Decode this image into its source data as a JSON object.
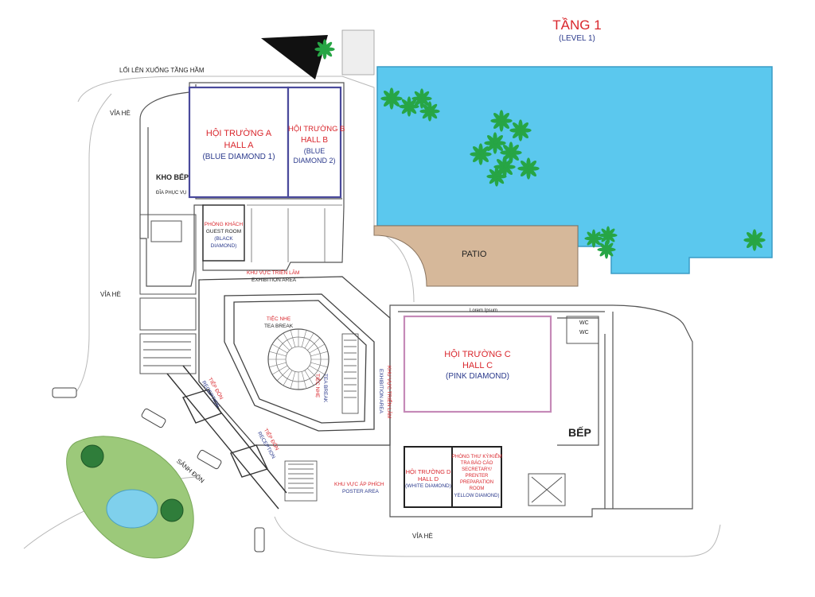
{
  "title": {
    "main": "TẦNG 1",
    "sub": "(LEVEL 1)"
  },
  "colors": {
    "pool": "#5bc8ee",
    "patio": "#d6b89a",
    "hall_outline": "#4a4a9c",
    "hall_c_outline": "#c58ab8",
    "lawn": "#9cc97a",
    "pond": "#7fd0ec",
    "tree": "#27a545",
    "label_red": "#d9262c",
    "label_blue": "#2b3a8c"
  },
  "labels": {
    "ramp": "LỐI LÊN XUỐNG TẦNG HẦM",
    "via_he_top": "VỈA HÈ",
    "via_he_left": "VỈA HÈ",
    "via_he_bottom": "VỈA HÈ",
    "kho_bep": "KHO BẾP",
    "dia_phuc_vu": "ĐĨA PHỤC VỤ",
    "patio": "PATIO",
    "bep": "BẾP",
    "sanh_don": "SẢNH ĐÓN",
    "lorem": "Lorem Ipsum"
  },
  "rooms": {
    "hall_a": {
      "vi": "HỘI TRƯỜNG A",
      "en": "HALL A",
      "name": "(BLUE DIAMOND 1)"
    },
    "hall_b": {
      "vi": "HỘI TRƯỜNG B",
      "en": "HALL B",
      "name1": "(BLUE",
      "name2": "DIAMOND 2)"
    },
    "guest": {
      "vi": "PHÒNG KHÁCH",
      "en": "GUEST ROOM",
      "name1": "(BLACK",
      "name2": "DIAMOND)"
    },
    "exhibition": {
      "vi": "KHU VỰC TRIỂN LÃM",
      "en": "EXHIBITION AREA"
    },
    "exhibition_2": {
      "vi": "KHU VỰC TRIỂN LÃM",
      "en": "EXHIBITION AREA"
    },
    "tea_break_1": {
      "vi": "TIỆC NHẸ",
      "en": "TEA BREAK"
    },
    "tea_break_2": {
      "vi": "TIỆC NHẸ",
      "en": "TEA BREAK"
    },
    "reception_1": {
      "vi": "TIẾP ĐÓN",
      "en": "RECEPTION"
    },
    "reception_2": {
      "vi": "TIẾP ĐÓN",
      "en": "RECEPTION"
    },
    "hall_c": {
      "vi": "HỘI TRƯỜNG C",
      "en": "HALL C",
      "name": "(PINK DIAMOND)"
    },
    "hall_d": {
      "vi": "HỘI TRƯỜNG D",
      "en": "HALL D",
      "name": "(WHITE DIAMOND)"
    },
    "secretary": {
      "l1": "PHÒNG THƯ KÝ/KIỂM",
      "l2": "TRA BÁO CÁO",
      "l3": "SECRETARY/",
      "l4": "PRENTER",
      "l5": "PREPARATION",
      "l6": "ROOM",
      "name": "YELLOW DIAMOND)"
    },
    "poster": {
      "vi": "KHU VỰC ÁP PHÍCH",
      "en": "POSTER AREA"
    }
  },
  "wc": [
    "WC",
    "WC"
  ]
}
